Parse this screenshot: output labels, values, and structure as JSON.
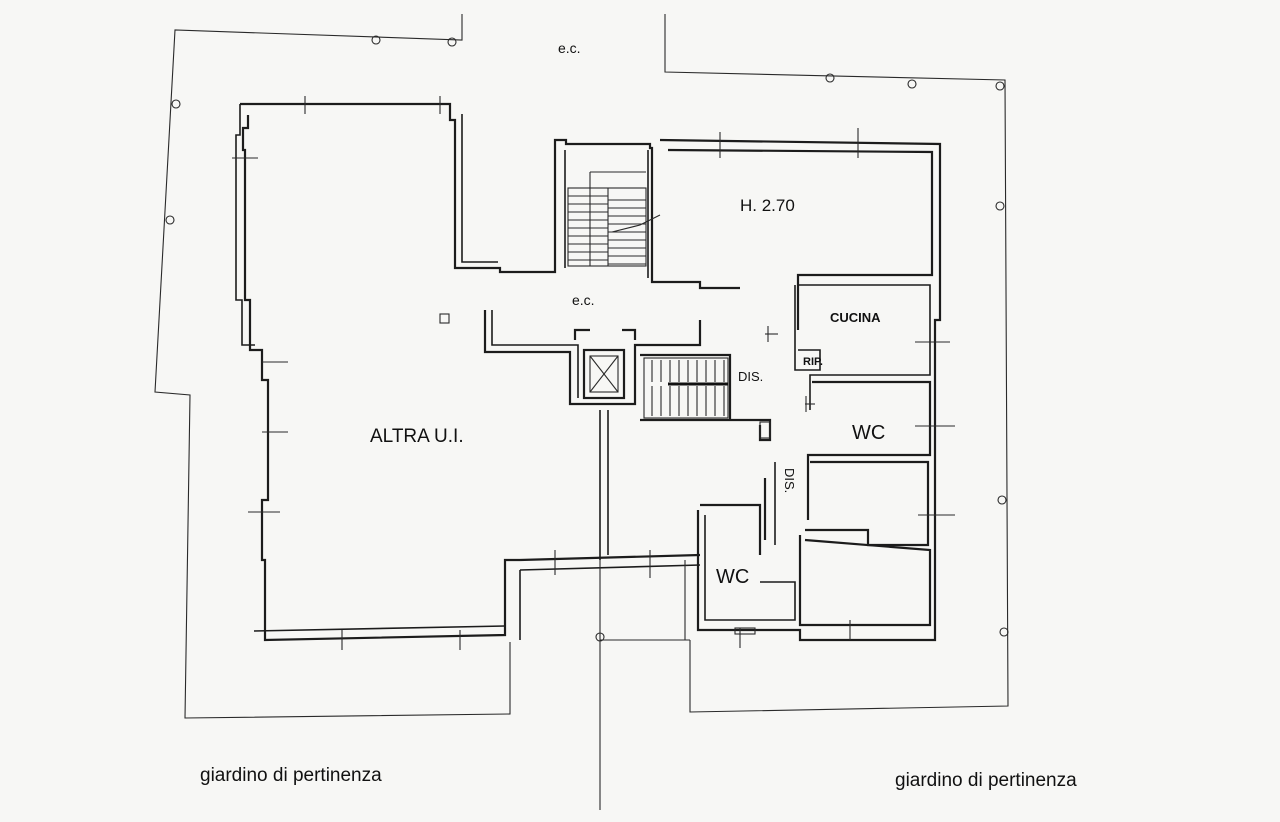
{
  "diagram": {
    "type": "floor-plan",
    "labels": {
      "ec_top": "e.c.",
      "ec_center": "e.c.",
      "height": "H. 2.70",
      "kitchen": "CUCINA",
      "storage": "RIP.",
      "landing": "DIS.",
      "hallway": "DIS.",
      "wc_right": "WC",
      "wc_bottom": "WC",
      "other_unit": "ALTRA U.I.",
      "garden_left": "giardino di pertinenza",
      "garden_right": "giardino di pertinenza"
    },
    "icons": [
      "stair-icon",
      "elevator-icon",
      "door-swing-icon",
      "column-icon"
    ]
  }
}
